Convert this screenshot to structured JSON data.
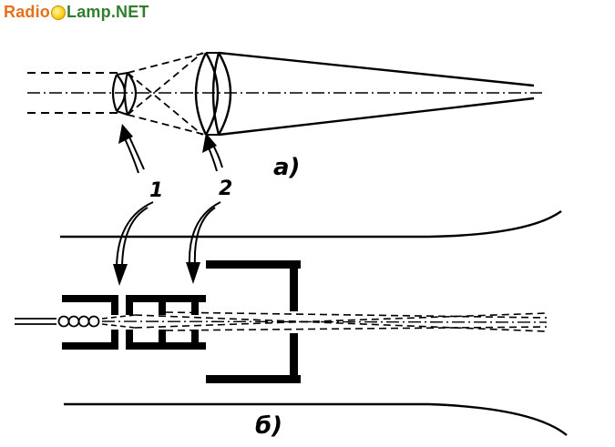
{
  "watermark": {
    "part1": "Radio",
    "part2": "Lamp",
    "part3": ".NET",
    "colors": {
      "radio": "#e8701a",
      "lamp": "#2f7f2f",
      "bulb": "#ffd21a"
    }
  },
  "diagram": {
    "panel_a_label": "a)",
    "panel_b_label": "б)",
    "callout_1": "1",
    "callout_2": "2"
  }
}
